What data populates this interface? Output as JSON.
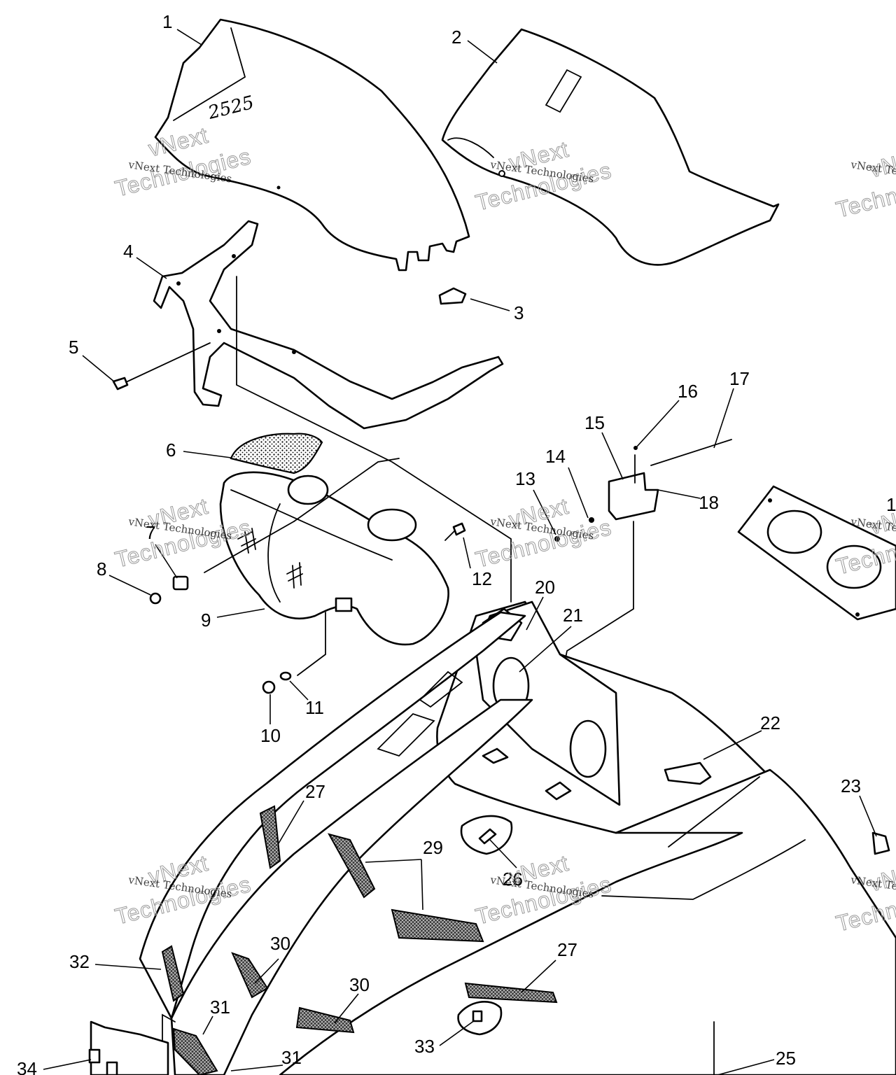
{
  "diagram": {
    "callouts": [
      {
        "id": "1",
        "label": "1"
      },
      {
        "id": "2",
        "label": "2"
      },
      {
        "id": "3",
        "label": "3"
      },
      {
        "id": "4",
        "label": "4"
      },
      {
        "id": "5",
        "label": "5"
      },
      {
        "id": "6",
        "label": "6"
      },
      {
        "id": "7",
        "label": "7"
      },
      {
        "id": "8",
        "label": "8"
      },
      {
        "id": "9",
        "label": "9"
      },
      {
        "id": "10",
        "label": "10"
      },
      {
        "id": "11",
        "label": "11"
      },
      {
        "id": "12",
        "label": "12"
      },
      {
        "id": "13",
        "label": "13"
      },
      {
        "id": "14",
        "label": "14"
      },
      {
        "id": "15",
        "label": "15"
      },
      {
        "id": "16",
        "label": "16"
      },
      {
        "id": "17",
        "label": "17"
      },
      {
        "id": "18",
        "label": "18"
      },
      {
        "id": "20",
        "label": "20"
      },
      {
        "id": "21",
        "label": "21"
      },
      {
        "id": "22",
        "label": "22"
      },
      {
        "id": "23",
        "label": "23"
      },
      {
        "id": "25",
        "label": "25"
      },
      {
        "id": "26",
        "label": "26"
      },
      {
        "id": "27a",
        "label": "27"
      },
      {
        "id": "27b",
        "label": "27"
      },
      {
        "id": "29",
        "label": "29"
      },
      {
        "id": "30a",
        "label": "30"
      },
      {
        "id": "30b",
        "label": "30"
      },
      {
        "id": "31a",
        "label": "31"
      },
      {
        "id": "31b",
        "label": "31"
      },
      {
        "id": "32",
        "label": "32"
      },
      {
        "id": "33",
        "label": "33"
      },
      {
        "id": "34",
        "label": "34"
      },
      {
        "id": "edge1",
        "label": "1"
      }
    ],
    "handwritten_note": "2525",
    "watermark": {
      "line_small": "vNext Technologies",
      "line_big_1": "vNext",
      "line_big_2": "Technologies"
    }
  }
}
